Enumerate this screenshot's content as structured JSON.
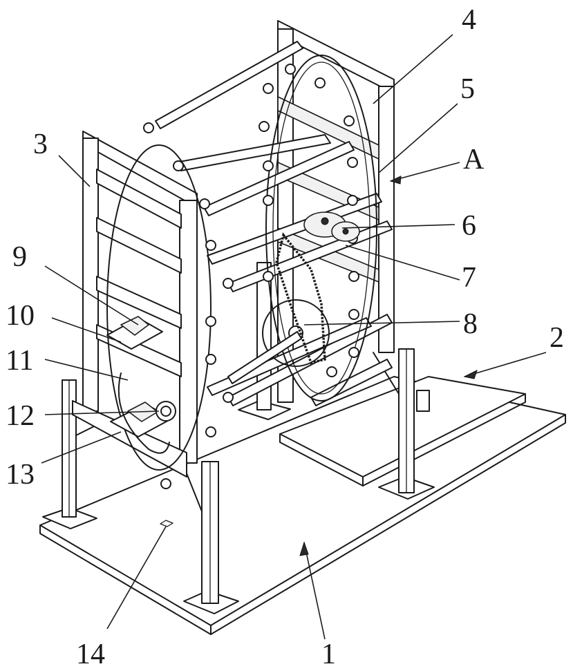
{
  "figure": {
    "background": "#ffffff",
    "line_color": "#1a1a1a"
  },
  "callouts": {
    "c1": "1",
    "c2": "2",
    "c3": "3",
    "c4": "4",
    "c5": "5",
    "cA": "A",
    "c6": "6",
    "c7": "7",
    "c8": "8",
    "c9": "9",
    "c10": "10",
    "c11": "11",
    "c12": "12",
    "c13": "13",
    "c14": "14"
  }
}
